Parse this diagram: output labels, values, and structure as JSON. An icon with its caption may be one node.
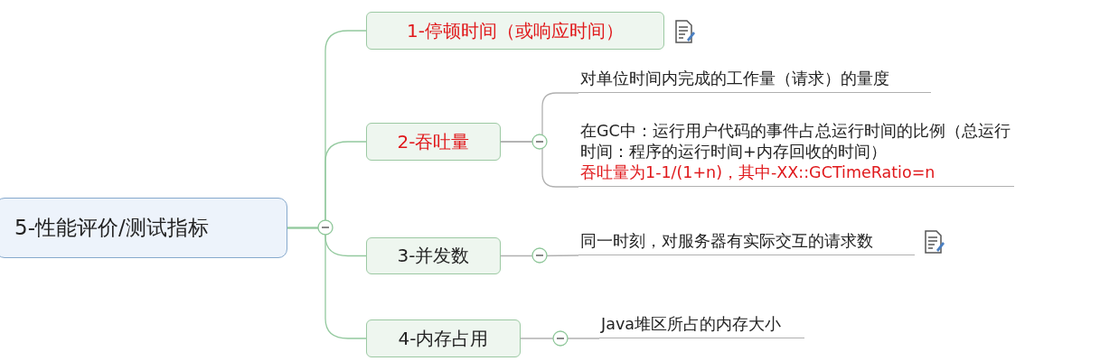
{
  "diagram": {
    "nodes": [
      {
        "text": [
          "5-性能评价/测试指标"
        ]
      },
      {
        "text": [
          "1-停顿时间（或响应时间）"
        ]
      },
      {
        "text": [
          "2-吞吐量"
        ]
      },
      {
        "text": [
          "3-并发数"
        ]
      },
      {
        "text": [
          "4-内存占用"
        ]
      },
      {
        "text": [
          "对单位时间内完成的工作量（请求）的量度"
        ]
      },
      {
        "text": [
          "在GC中：运行用户代码的事件占总运行时间的比例（总运行时间：程序的运行时间+内存回收的时间）",
          "吞吐量为1-1/(1+n)，其中-XX::GCTimeRatio=n"
        ]
      },
      {
        "text": [
          "同一时刻，对服务器有实际交互的请求数"
        ]
      },
      {
        "text": [
          "Java堆区所占的内存大小"
        ]
      }
    ],
    "edges": [
      {
        "from": 0,
        "to": 1,
        "arrow": "none"
      },
      {
        "from": 0,
        "to": 2,
        "arrow": "none"
      },
      {
        "from": 0,
        "to": 3,
        "arrow": "none"
      },
      {
        "from": 0,
        "to": 4,
        "arrow": "none"
      },
      {
        "from": 2,
        "to": 5,
        "arrow": "none",
        "color": "#b0b0b0"
      },
      {
        "from": 2,
        "to": 6,
        "arrow": "none",
        "color": "#b0b0b0"
      },
      {
        "from": 3,
        "to": 7,
        "arrow": "none",
        "color": "#b0b0b0"
      },
      {
        "from": 4,
        "to": 8,
        "arrow": "none",
        "color": "#b0b0b0"
      }
    ]
  }
}
